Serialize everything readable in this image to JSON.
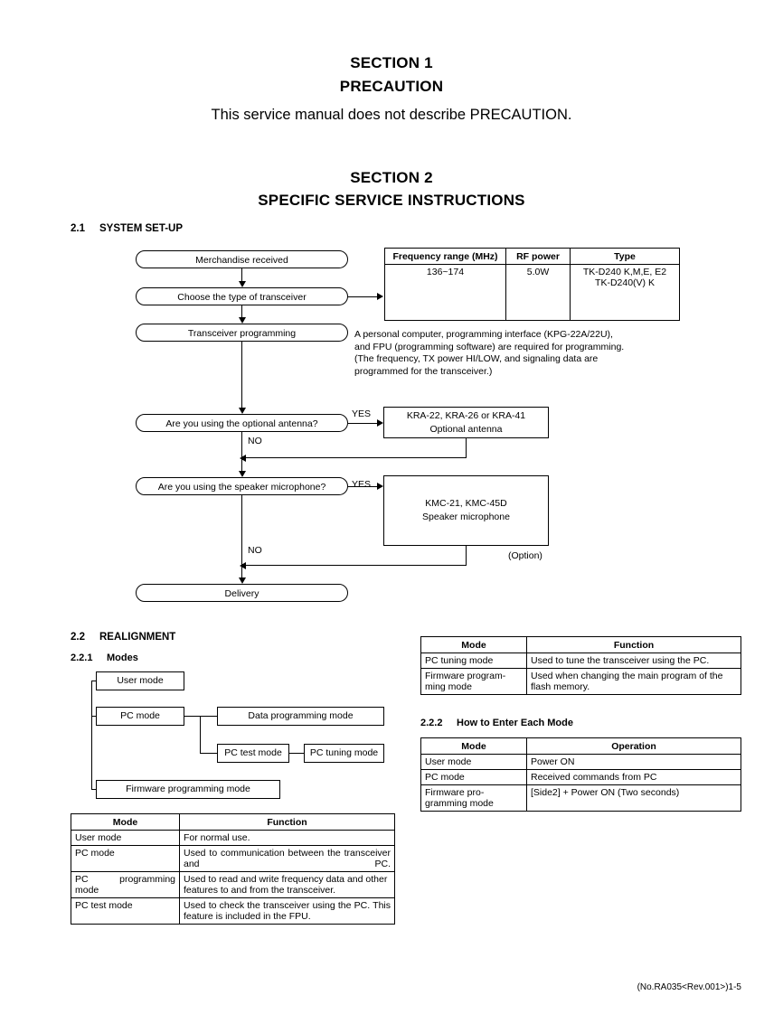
{
  "headings": {
    "section1_num": "SECTION 1",
    "section1_name": "PRECAUTION",
    "section1_body": "This service manual does not describe PRECAUTION.",
    "section2_num": "SECTION 2",
    "section2_name": "SPECIFIC SERVICE INSTRUCTIONS"
  },
  "s21": {
    "num": "2.1",
    "title": "SYSTEM SET-UP"
  },
  "flow": {
    "nodes": {
      "merchandise": "Merchandise received",
      "choose": "Choose the type of transceiver",
      "programming": "Transceiver programming",
      "q_antenna": "Are you using the optional antenna?",
      "q_mic": "Are you using the speaker microphone?",
      "delivery": "Delivery"
    },
    "labels": {
      "yes1": "YES",
      "no1": "NO",
      "yes2": "YES",
      "no2": "NO",
      "option": "(Option)"
    },
    "antenna_box": {
      "line1": "KRA-22, KRA-26 or KRA-41",
      "line2": "Optional antenna"
    },
    "mic_box": {
      "line1": "KMC-21, KMC-45D",
      "line2": "Speaker microphone"
    },
    "note": [
      "A personal computer, programming interface (KPG-22A/22U),",
      "and FPU (programming software) are required for programming.",
      "(The frequency, TX power HI/LOW, and signaling data are",
      "programmed for the  transceiver.)"
    ]
  },
  "spec_table": {
    "headers": [
      "Frequency range (MHz)",
      "RF power",
      "Type"
    ],
    "rows": [
      {
        "freq": "136~174",
        "power": "5.0W",
        "type_line1": "TK-D240 K,M,E, E2",
        "type_line2": "TK-D240(V) K"
      }
    ]
  },
  "s22": {
    "num": "2.2",
    "title": "REALIGNMENT"
  },
  "s221": {
    "num": "2.2.1",
    "title": "Modes"
  },
  "s222": {
    "num": "2.2.2",
    "title": "How to Enter Each Mode"
  },
  "mode_tree": {
    "user_mode": "User mode",
    "pc_mode": "PC mode",
    "firmware_mode": "Firmware programming mode",
    "data_prog": "Data programming mode",
    "pc_test": "PC test mode",
    "pc_tuning": "PC tuning mode"
  },
  "modes_table_left": {
    "headers": [
      "Mode",
      "Function"
    ],
    "rows": [
      {
        "mode": "User mode",
        "function": "For normal use.",
        "justify": false
      },
      {
        "mode": "PC mode",
        "function": "Used to communication between the transceiver and PC.",
        "justify": true
      },
      {
        "mode_l1": "PC",
        "mode_l2": "programming",
        "mode_l3": "mode",
        "mode": "PC programming mode",
        "function": "Used to read and write frequency data and other features to and from the transceiver.",
        "justify": false
      },
      {
        "mode": "PC test mode",
        "function": "Used to check the transceiver using the PC. This feature is included in the FPU.",
        "justify": true
      }
    ]
  },
  "modes_table_right": {
    "headers": [
      "Mode",
      "Function"
    ],
    "rows": [
      {
        "mode": "PC tuning mode",
        "function": "Used to tune the transceiver using the PC."
      },
      {
        "mode": "Firmware program-ming mode",
        "mode_l1": "Firmware program-",
        "mode_l2": "ming mode",
        "function": "Used when changing the main program of the flash memory."
      }
    ]
  },
  "enter_table": {
    "headers": [
      "Mode",
      "Operation"
    ],
    "rows": [
      {
        "mode": "User mode",
        "operation": "Power ON"
      },
      {
        "mode": "PC mode",
        "operation": "Received commands from PC"
      },
      {
        "mode": "Firmware pro-gramming mode",
        "mode_l1": "Firmware pro-",
        "mode_l2": "gramming mode",
        "operation": "[Side2] + Power ON (Two seconds)"
      }
    ]
  },
  "footer": "(No.RA035<Rev.001>)1-5"
}
